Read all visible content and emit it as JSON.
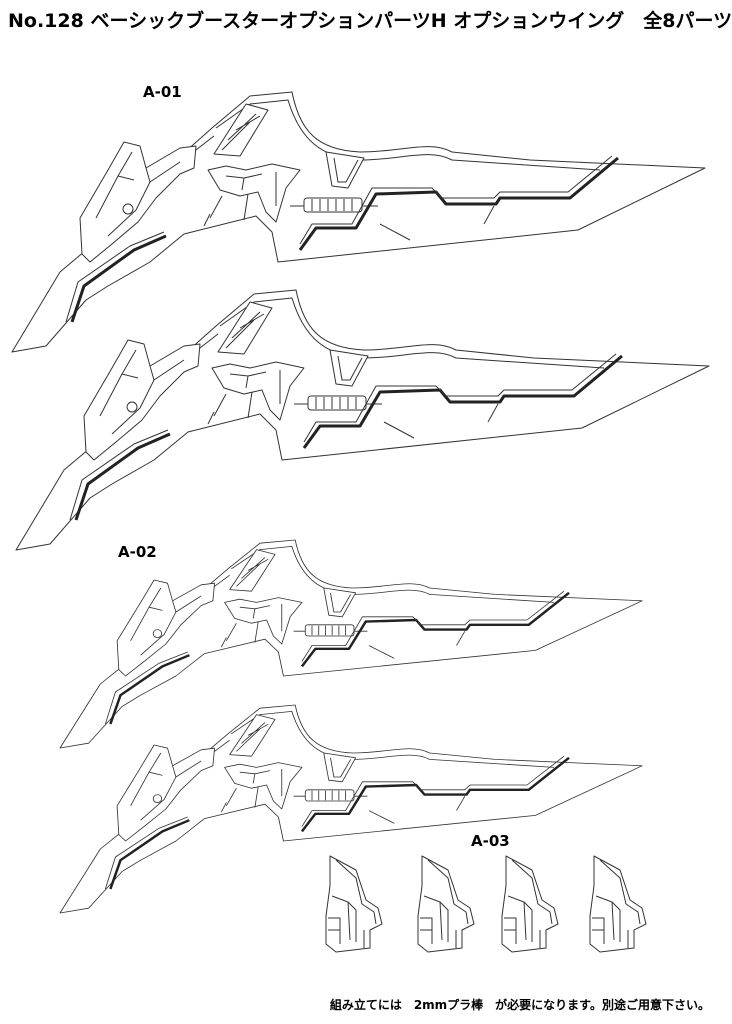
{
  "header": {
    "title": "No.128 ベーシックブースターオプションパーツH オプションウイング　全8パーツ"
  },
  "parts": [
    {
      "label": "A-01"
    },
    {
      "label": "A-02"
    },
    {
      "label": "A-03"
    }
  ],
  "footer": {
    "note": "組み立てには　2mmプラ棒　が必要になります。別途ご用意下さい。"
  }
}
